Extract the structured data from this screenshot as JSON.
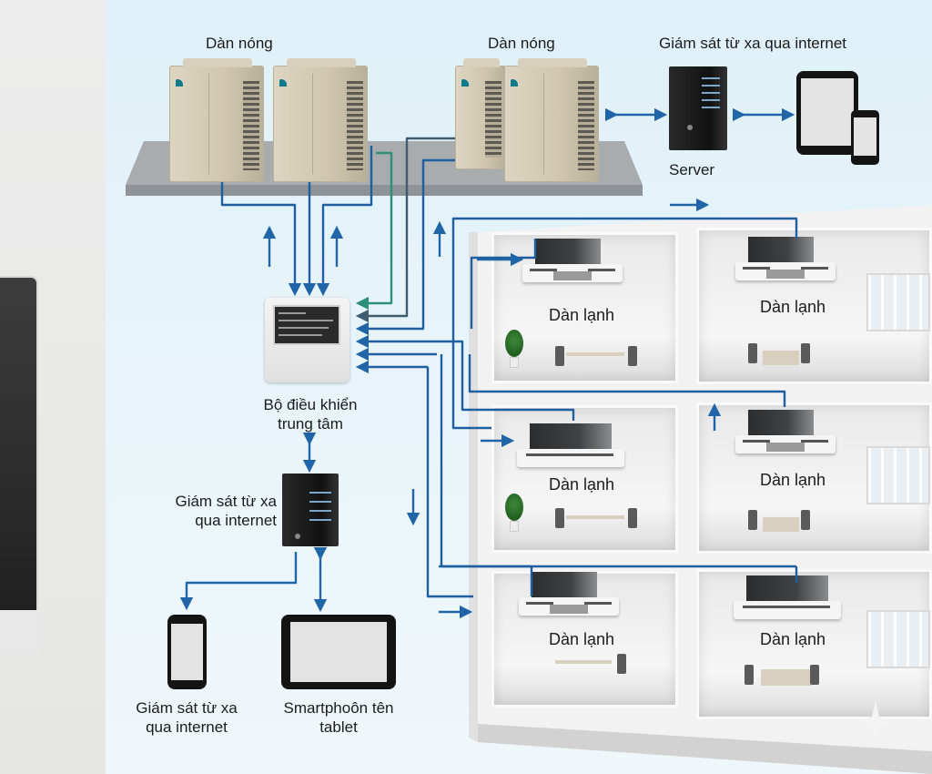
{
  "diagram": {
    "type": "VRV air-conditioning central control system",
    "colors": {
      "pipe_blue": "#1f5fa0",
      "pipe_teal": "#2e8f78",
      "pipe_gray": "#3f5d6e",
      "arrow_blue": "#1f65a8",
      "background": "#e3f1f8"
    },
    "outdoor_groups": [
      {
        "label": "Dàn nóng",
        "unit_count": 2
      },
      {
        "label": "Dàn nóng",
        "unit_count": 2
      }
    ],
    "remote_monitoring_top": {
      "title": "Giám sát từ xa qua internet",
      "server_label": "Server",
      "devices": [
        "server-icon",
        "tablet-icon",
        "smartphone-icon"
      ]
    },
    "central_controller": {
      "label_line1": "Bộ điều khiển",
      "label_line2": "trung tâm"
    },
    "remote_monitoring_mid": {
      "label_line1": "Giám sát từ xa",
      "label_line2": "qua internet"
    },
    "end_devices": [
      {
        "label_line1": "Giám sát từ xa",
        "label_line2": "qua internet",
        "icon": "smartphone-icon"
      },
      {
        "label_line1": "Smartphoôn tên",
        "label_line2": "tablet",
        "icon": "tablet-icon"
      }
    ],
    "indoor_rooms": [
      {
        "floor": 1,
        "position": "left",
        "label": "Dàn lạnh",
        "unit_type": "4-way cassette"
      },
      {
        "floor": 1,
        "position": "right",
        "label": "Dàn lạnh",
        "unit_type": "4-way cassette"
      },
      {
        "floor": 2,
        "position": "left",
        "label": "Dàn lạnh",
        "unit_type": "1-way cassette"
      },
      {
        "floor": 2,
        "position": "right",
        "label": "Dàn lạnh",
        "unit_type": "4-way cassette"
      },
      {
        "floor": 3,
        "position": "left",
        "label": "Dàn lạnh",
        "unit_type": "4-way cassette"
      },
      {
        "floor": 3,
        "position": "right",
        "label": "Dàn lạnh",
        "unit_type": "1-way cassette"
      }
    ]
  }
}
